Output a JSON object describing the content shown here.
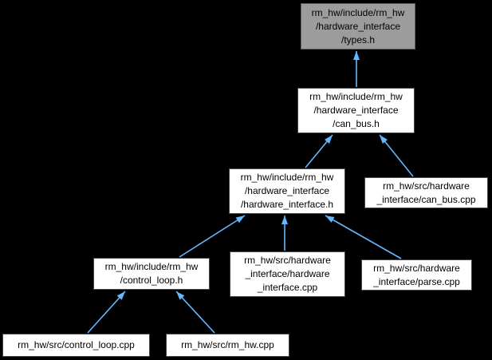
{
  "graph": {
    "type": "include-dependency-graph",
    "nodes": [
      {
        "id": "types_h",
        "lines": [
          "rm_hw/include/rm_hw",
          "/hardware_interface",
          "/types.h"
        ],
        "selected": true
      },
      {
        "id": "can_bus_h",
        "lines": [
          "rm_hw/include/rm_hw",
          "/hardware_interface",
          "/can_bus.h"
        ],
        "selected": false
      },
      {
        "id": "hardware_interface_h",
        "lines": [
          "rm_hw/include/rm_hw",
          "/hardware_interface",
          "/hardware_interface.h"
        ],
        "selected": false
      },
      {
        "id": "can_bus_cpp",
        "lines": [
          "rm_hw/src/hardware",
          "_interface/can_bus.cpp"
        ],
        "selected": false
      },
      {
        "id": "control_loop_h",
        "lines": [
          "rm_hw/include/rm_hw",
          "/control_loop.h"
        ],
        "selected": false
      },
      {
        "id": "hardware_interface_cpp",
        "lines": [
          "rm_hw/src/hardware",
          "_interface/hardware",
          "_interface.cpp"
        ],
        "selected": false
      },
      {
        "id": "parse_cpp",
        "lines": [
          "rm_hw/src/hardware",
          "_interface/parse.cpp"
        ],
        "selected": false
      },
      {
        "id": "control_loop_cpp",
        "lines": [
          "rm_hw/src/control_loop.cpp"
        ],
        "selected": false
      },
      {
        "id": "rm_hw_cpp",
        "lines": [
          "rm_hw/src/rm_hw.cpp"
        ],
        "selected": false
      }
    ],
    "edges": [
      {
        "from": "can_bus_h",
        "to": "types_h"
      },
      {
        "from": "hardware_interface_h",
        "to": "can_bus_h"
      },
      {
        "from": "can_bus_cpp",
        "to": "can_bus_h"
      },
      {
        "from": "control_loop_h",
        "to": "hardware_interface_h"
      },
      {
        "from": "hardware_interface_cpp",
        "to": "hardware_interface_h"
      },
      {
        "from": "parse_cpp",
        "to": "hardware_interface_h"
      },
      {
        "from": "control_loop_cpp",
        "to": "control_loop_h"
      },
      {
        "from": "rm_hw_cpp",
        "to": "control_loop_h"
      }
    ]
  },
  "colors": {
    "background": "#000000",
    "node_fill": "#ffffff",
    "node_border": "#454545",
    "selected_fill": "#9c9c9c",
    "selected_border": "#5f5f5f",
    "edge": "#63b8ff",
    "text": "#000000"
  }
}
